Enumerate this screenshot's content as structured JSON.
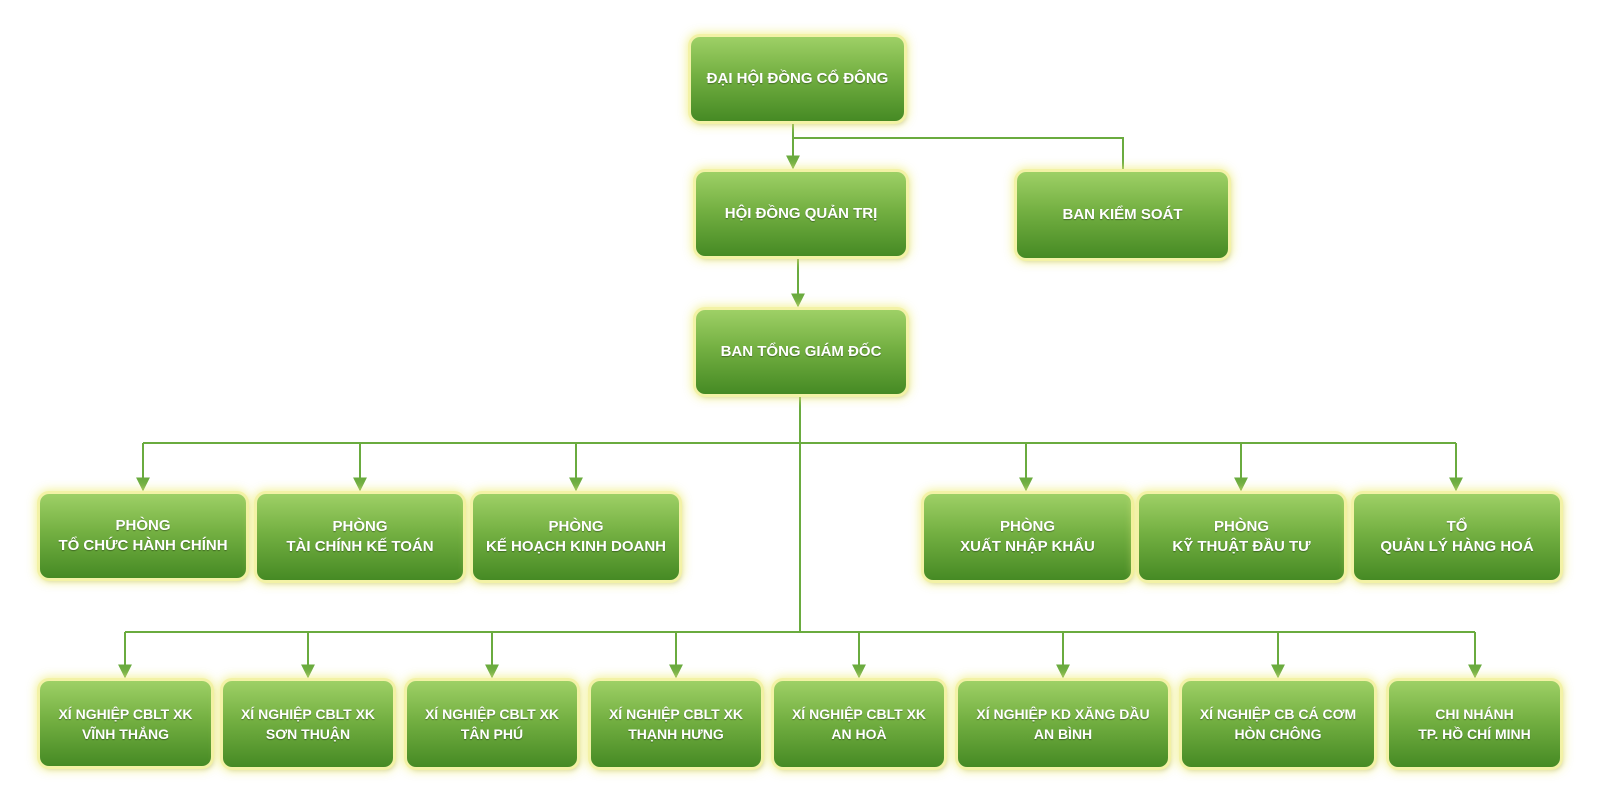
{
  "colors": {
    "box_top": "#9ed066",
    "box_bottom": "#468a24",
    "glow": "#f3f2a6",
    "connector": "#6aab3f",
    "text": "#ffffff"
  },
  "nodes": {
    "dhdcd": {
      "lines": [
        "ĐẠI HỘI ĐỒNG CỔ ĐÔNG"
      ]
    },
    "hdqt": {
      "lines": [
        "HỘI ĐỒNG QUẢN TRỊ"
      ]
    },
    "bks": {
      "lines": [
        "BAN KIỂM SOÁT"
      ]
    },
    "btgd": {
      "lines": [
        "BAN TỔNG GIÁM ĐỐC"
      ]
    },
    "departments": [
      {
        "lines": [
          "PHÒNG",
          "TỔ CHỨC HÀNH CHÍNH"
        ]
      },
      {
        "lines": [
          "PHÒNG",
          "TÀI CHÍNH KẾ TOÁN"
        ]
      },
      {
        "lines": [
          "PHÒNG",
          "KẾ HOẠCH KINH DOANH"
        ]
      },
      {
        "lines": [
          "PHÒNG",
          "XUẤT NHẬP KHẨU"
        ]
      },
      {
        "lines": [
          "PHÒNG",
          "KỸ THUẬT ĐẦU TƯ"
        ]
      },
      {
        "lines": [
          "TỔ",
          "QUẢN LÝ HÀNG HOÁ"
        ]
      }
    ],
    "units": [
      {
        "lines": [
          "XÍ NGHIỆP CBLT XK",
          "VĨNH THẮNG"
        ]
      },
      {
        "lines": [
          "XÍ NGHIỆP CBLT XK",
          "SƠN THUẬN"
        ]
      },
      {
        "lines": [
          "XÍ NGHIỆP CBLT XK",
          "TÂN PHÚ"
        ]
      },
      {
        "lines": [
          "XÍ NGHIỆP CBLT XK",
          "THẠNH HƯNG"
        ]
      },
      {
        "lines": [
          "XÍ NGHIỆP CBLT XK",
          "AN HOÀ"
        ]
      },
      {
        "lines": [
          "XÍ NGHIỆP KD XĂNG DẦU",
          "AN BÌNH"
        ]
      },
      {
        "lines": [
          "XÍ NGHIỆP CB CÁ CƠM",
          "HÒN CHÔNG"
        ]
      },
      {
        "lines": [
          "CHI NHÁNH",
          "TP. HỒ CHÍ MINH"
        ]
      }
    ]
  }
}
